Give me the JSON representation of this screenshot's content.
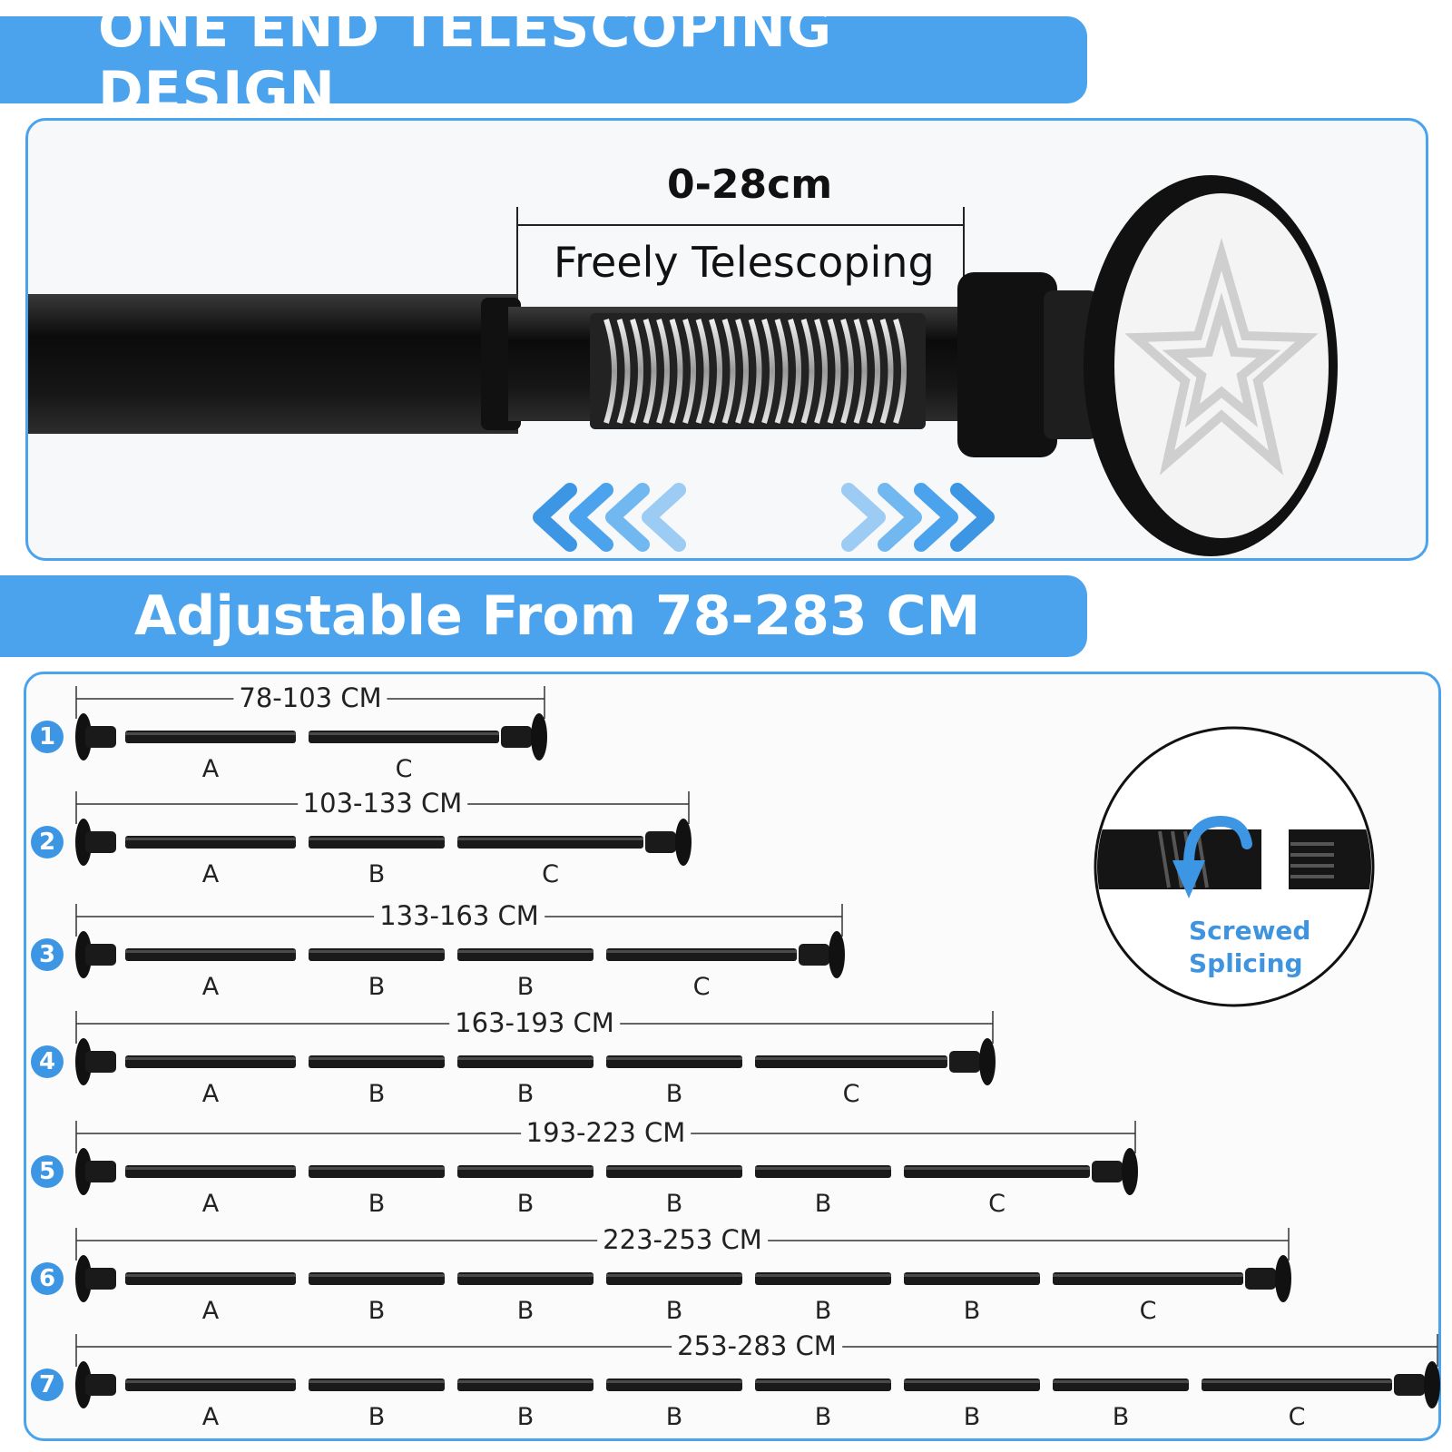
{
  "banners": {
    "top": "ONE END TELESCOPING DESIGN",
    "middle": "Adjustable From 78-283 CM"
  },
  "telescoping": {
    "range": "0-28cm",
    "caption": "Freely Telescoping"
  },
  "rows": [
    {
      "number": "1",
      "range": "78-103 CM",
      "segments": [
        "A",
        "C"
      ]
    },
    {
      "number": "2",
      "range": "103-133 CM",
      "segments": [
        "A",
        "B",
        "C"
      ]
    },
    {
      "number": "3",
      "range": "133-163 CM",
      "segments": [
        "A",
        "B",
        "B",
        "C"
      ]
    },
    {
      "number": "4",
      "range": "163-193 CM",
      "segments": [
        "A",
        "B",
        "B",
        "B",
        "C"
      ]
    },
    {
      "number": "5",
      "range": "193-223 CM",
      "segments": [
        "A",
        "B",
        "B",
        "B",
        "B",
        "C"
      ]
    },
    {
      "number": "6",
      "range": "223-253 CM",
      "segments": [
        "A",
        "B",
        "B",
        "B",
        "B",
        "B",
        "C"
      ]
    },
    {
      "number": "7",
      "range": "253-283 CM",
      "segments": [
        "A",
        "B",
        "B",
        "B",
        "B",
        "B",
        "B",
        "C"
      ]
    }
  ],
  "callout": {
    "line1": "Screwed",
    "line2": "Splicing"
  },
  "colors": {
    "accent": "#4aa3ec",
    "rod": "#1a1a1a",
    "spring": "#c8c8c8"
  }
}
